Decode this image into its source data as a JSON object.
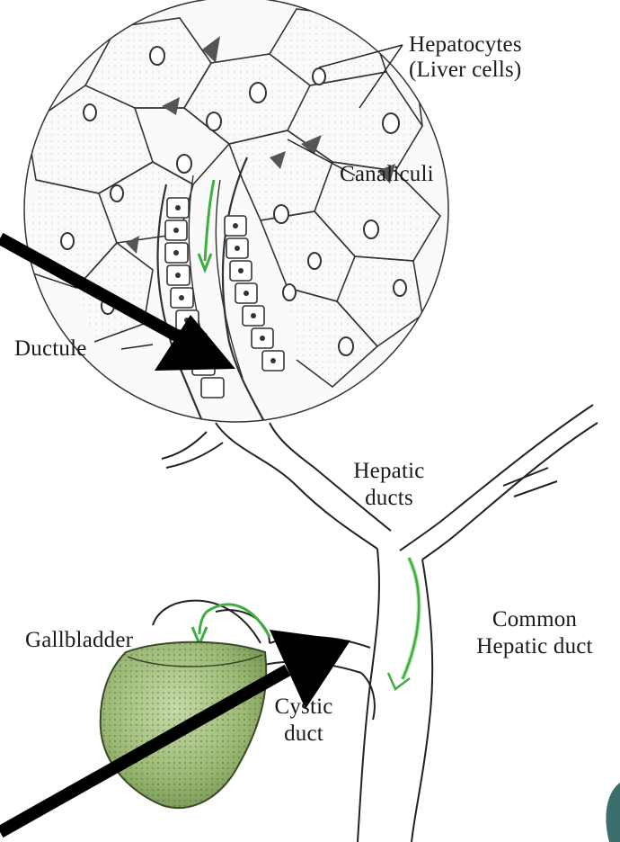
{
  "labels": {
    "hepatocytes": "Hepatocytes",
    "liver_cells": "(Liver cells)",
    "canaliculi": "Canaliculi",
    "ductule": "Ductule",
    "hepatic_ducts_line1": "Hepatic",
    "hepatic_ducts_line2": "ducts",
    "common_line1": "Common",
    "common_line2": "Hepatic duct",
    "gallbladder": "Gallbladder",
    "cystic_line1": "Cystic",
    "cystic_line2": "duct"
  },
  "colors": {
    "line": "#222222",
    "flow_arrow": "#3fae3f",
    "gallbladder_fill": "#9bb874",
    "pointer_arrow": "#000000"
  }
}
